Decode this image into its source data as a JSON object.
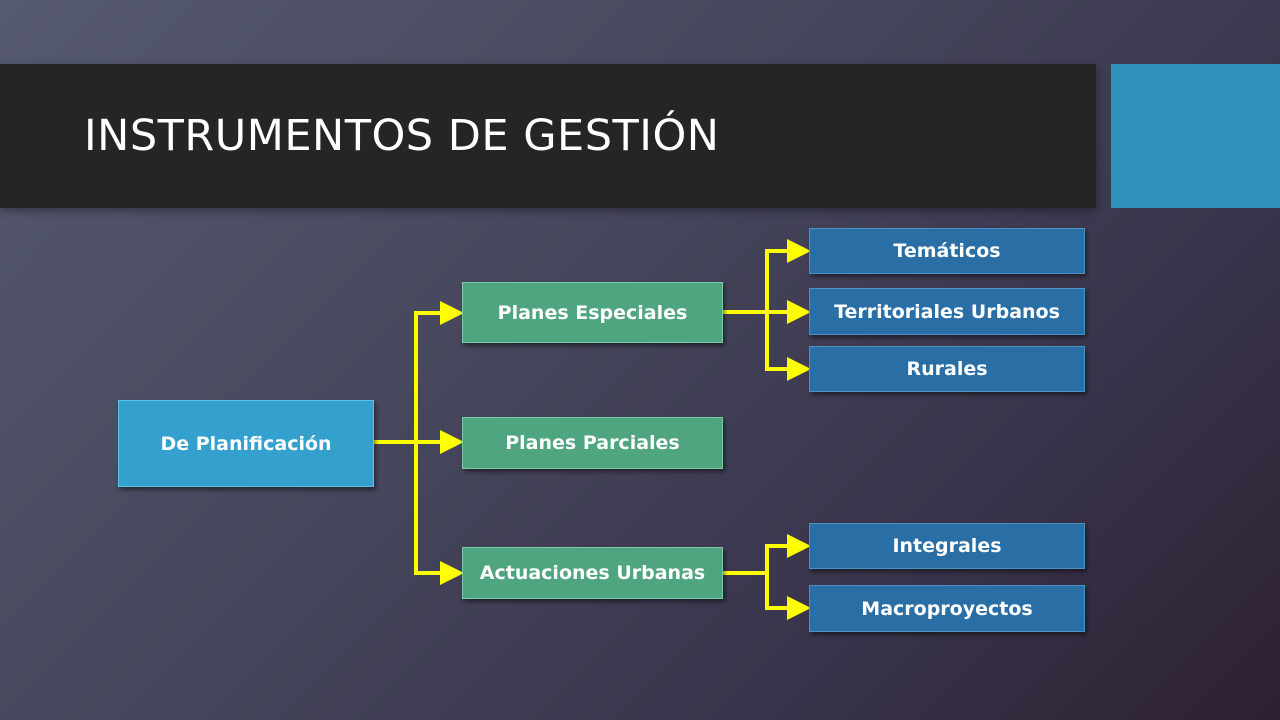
{
  "title": "INSTRUMENTOS DE GESTIÓN",
  "colors": {
    "connector": "#ffff00",
    "root_box": "#33a0cd",
    "mid_box": "#4fa580",
    "leaf_box": "#2a6ea6",
    "title_bar": "#252525",
    "accent": "#2f93be"
  },
  "diagram": {
    "root": {
      "label": "De Planificación"
    },
    "children": [
      {
        "label": "Planes Especiales",
        "children": [
          {
            "label": "Temáticos"
          },
          {
            "label": "Territoriales Urbanos"
          },
          {
            "label": "Rurales"
          }
        ]
      },
      {
        "label": "Planes Parciales",
        "children": []
      },
      {
        "label": "Actuaciones Urbanas",
        "children": [
          {
            "label": "Integrales"
          },
          {
            "label": "Macroproyectos"
          }
        ]
      }
    ]
  }
}
